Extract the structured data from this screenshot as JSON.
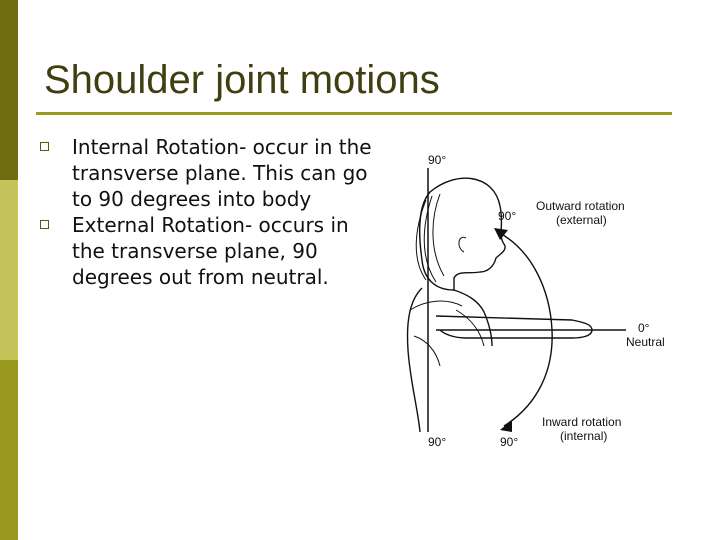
{
  "slide": {
    "title": "Shoulder joint motions",
    "bullets": [
      {
        "text": "Internal Rotation- occur in the transverse plane.  This can go to 90 degrees into body"
      },
      {
        "text": "External Rotation- occurs in the transverse plane, 90 degrees out from neutral."
      }
    ]
  },
  "figure": {
    "labels": {
      "top_angle": "90°",
      "mid_angle": "90°",
      "outward": "Outward rotation",
      "outward_sub": "(external)",
      "zero": "0°",
      "neutral": "Neutral",
      "bottom_left_angle": "90°",
      "bottom_mid_angle": "90°",
      "inward": "Inward rotation",
      "inward_sub": "(internal)"
    }
  },
  "colors": {
    "accent": "#9a9a1e",
    "accent_dark": "#6e6e10",
    "accent_light": "#c4c45a",
    "title_text": "#3f3f12"
  }
}
